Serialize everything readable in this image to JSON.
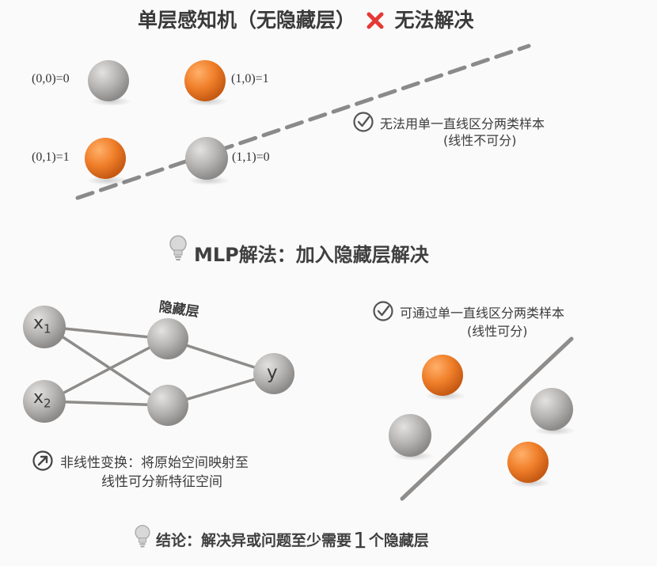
{
  "title": {
    "text": "单层感知机（无隐藏层）",
    "cross_icon": "x-icon",
    "result": "无法解决"
  },
  "xor_points": [
    {
      "label": "(0,0)=0",
      "class": 0
    },
    {
      "label": "(1,0)=1",
      "class": 1
    },
    {
      "label": "(0,1)=1",
      "class": 1
    },
    {
      "label": "(1,1)=0",
      "class": 0
    }
  ],
  "top_note": {
    "icon": "check-circle-icon",
    "line1": "无法用单一直线区分两类样本",
    "line2": "(线性不可分)"
  },
  "mlp_heading": {
    "icon": "lightbulb-icon",
    "text": "MLP解法：加入隐藏层解决"
  },
  "network": {
    "hidden_label": "隐藏层",
    "inputs": [
      "x",
      "x"
    ],
    "input_subscripts": [
      "1",
      "2"
    ],
    "output": "y"
  },
  "right_note": {
    "icon": "check-circle-icon",
    "line1": "可通过单一直线区分两类样本",
    "line2": "(线性可分)"
  },
  "transform_note": {
    "icon": "arrow-circle-icon",
    "line1": "非线性变换：将原始空间映射至",
    "line2": "线性可分新特征空间"
  },
  "conclusion": {
    "icon": "lightbulb-icon",
    "prefix": "结论：解决异或问题至少需要",
    "count": "1",
    "suffix": "个隐藏层"
  },
  "colors": {
    "orange": "#f07f2a",
    "gray": "#b9b7b5",
    "cross": "#e53935",
    "text": "#3c3c3c"
  }
}
